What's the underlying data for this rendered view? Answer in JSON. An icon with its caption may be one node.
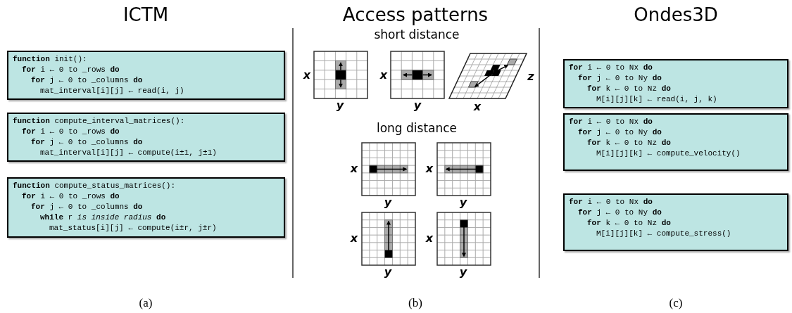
{
  "diagram": {
    "nodes": [
      {
        "text": [
          "**function** init():",
          "**for** i ← 0 to _rows **do**",
          "**for** j ← 0 to _columns **do**",
          "mat_interval[i][j] ← read(i, j)"
        ]
      },
      {
        "text": [
          "**function** compute_interval_matrices():",
          "**for** i ← 0 to _rows **do**",
          "**for** j ← 0 to _columns **do**",
          "mat_interval[i][j] ← compute(i±1, j±1)"
        ]
      },
      {
        "text": [
          "**function** compute_status_matrices():",
          "**for** i ← 0 to _rows **do**",
          "**for** j ← 0 to _columns **do**",
          "**while** r *is inside radius* **do**",
          "mat_status[i][j] ← compute(i±r, j±r)"
        ]
      },
      {
        "text": [
          "**for** i ← 0 to Nx **do**",
          "**for** j ← 0 to Ny **do**",
          "**for** k ← 0 to Nz **do**",
          "M[i][j][k] ← read(i, j, k)"
        ]
      },
      {
        "text": [
          "**for** i ← 0 to Nx **do**",
          "**for** j ← 0 to Ny **do**",
          "**for** k ← 0 to Nz **do**",
          "M[i][j][k] ← compute_velocity()"
        ]
      },
      {
        "text": [
          "**for** i ← 0 to Nx **do**",
          "**for** j ← 0 to Ny **do**",
          "**for** k ← 0 to Nz **do**",
          "M[i][j][k] ← compute_stress()"
        ]
      }
    ],
    "labels": [
      "ICTM",
      "Access patterns",
      "Ondes3D",
      "short distance",
      "x",
      "y",
      "x",
      "y",
      "z",
      "x",
      "long distance",
      "x",
      "y",
      "x",
      "y",
      "x",
      "y",
      "x",
      "y",
      "(a)",
      "(b)",
      "(c)"
    ]
  }
}
